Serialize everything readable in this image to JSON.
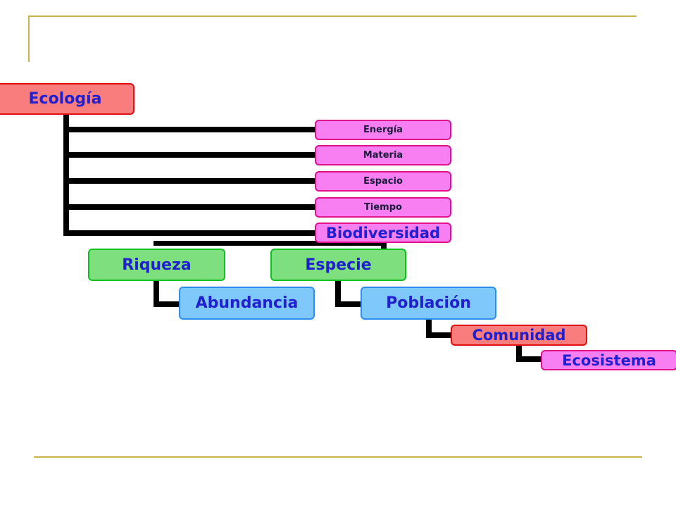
{
  "diagram": {
    "root": "Ecología",
    "branches": [
      "Energía",
      "Materia",
      "Espacio",
      "Tiempo",
      "Biodiversidad"
    ],
    "biodiversidad_children": [
      "Riqueza",
      "Especie"
    ],
    "riqueza_child": "Abundancia",
    "chain": [
      "Población",
      "Comunidad",
      "Ecosistema"
    ]
  },
  "colors": {
    "decor_lines": "#c8b44a",
    "root_fill": "#fa7d7d",
    "branch_fill": "#f77ff2",
    "level2_fill": "#7ddf7d",
    "level3_fill": "#7fc8fb",
    "text": "#2020d0"
  }
}
